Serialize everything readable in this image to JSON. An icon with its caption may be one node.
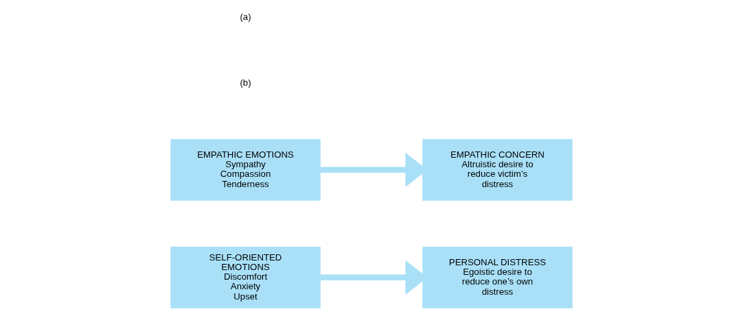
{
  "diagram": {
    "nodes": [
      {
        "text": [
          "EMPATHIC EMOTIONS",
          "Sympathy",
          "Compassion",
          "Tenderness"
        ]
      },
      {
        "text": [
          "EMPATHIC CONCERN",
          "Altruistic desire to reduce victim’s distress"
        ]
      },
      {
        "text": [
          "SELF-ORIENTED EMOTIONS",
          "Discomfort",
          "Anxiety",
          "Upset"
        ]
      },
      {
        "text": [
          "PERSONAL DISTRESS",
          "Egoistic desire to reduce one’s own distress"
        ]
      }
    ],
    "edges": [
      {
        "from": 0,
        "to": 1,
        "arrow": "to"
      },
      {
        "from": 2,
        "to": 3,
        "arrow": "to"
      }
    ],
    "labels": [
      "(a)",
      "(b)"
    ]
  }
}
